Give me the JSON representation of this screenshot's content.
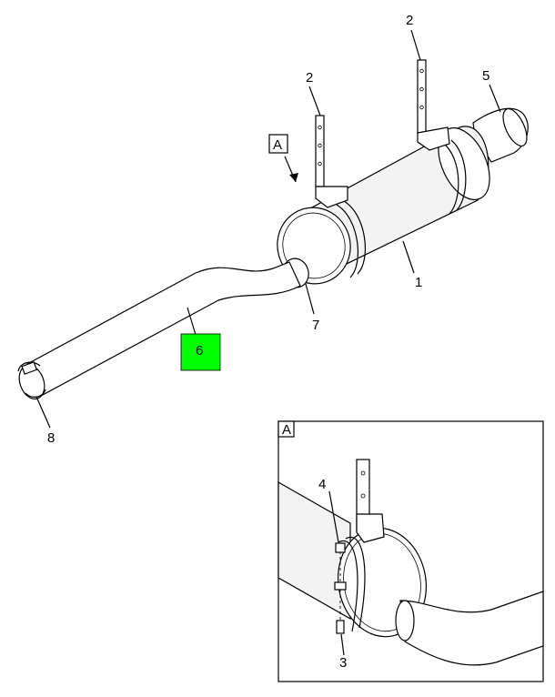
{
  "callouts": {
    "c1": "1",
    "c2a": "2",
    "c2b": "2",
    "c3": "3",
    "c4": "4",
    "c5": "5",
    "c6": "6",
    "c7": "7",
    "c8": "8"
  },
  "view_label_main": "A",
  "view_label_detail": "A",
  "colors": {
    "highlight_fill": "#00ff00",
    "highlight_stroke": "#000000",
    "line": "#000000",
    "background": "#ffffff"
  }
}
